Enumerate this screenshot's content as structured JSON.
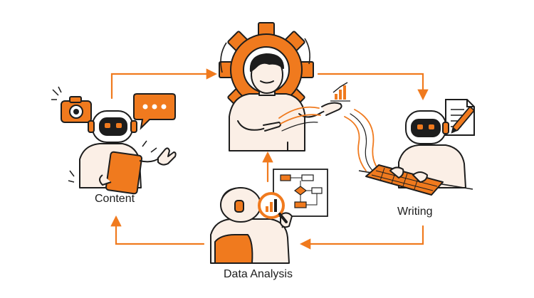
{
  "labels": {
    "content": "Content",
    "writing": "Writing",
    "data_analysis": "Data Analysis"
  },
  "colors": {
    "accent": "#F07A1E",
    "ink": "#1D1D1D",
    "background": "#FFFFFF",
    "skin": "#FBEFE6"
  },
  "icons": [
    "camera-icon",
    "speech-bubble-icon",
    "gear-icon",
    "bar-chart-icon",
    "document-icon",
    "pen-icon",
    "keyboard-icon",
    "flowchart-icon",
    "magnifier-icon",
    "tablet-icon"
  ]
}
